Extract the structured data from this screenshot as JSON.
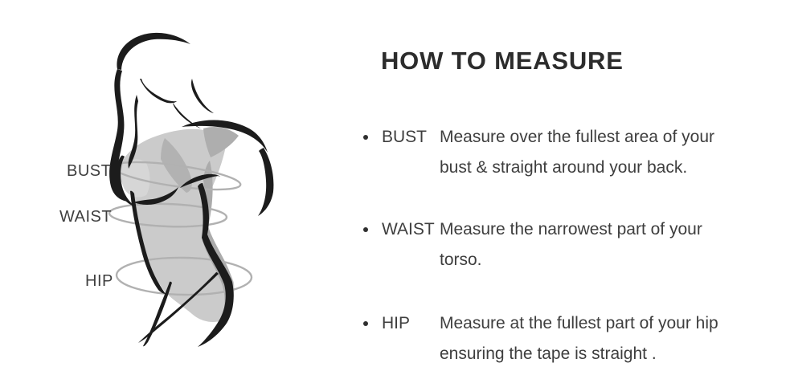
{
  "figure": {
    "alt": "female-silhouette-measurement-illustration",
    "labels": {
      "bust": "BUST",
      "waist": "WAIST",
      "hip": "HIP"
    },
    "colors": {
      "outline_black": "#1c1c1c",
      "body_light_gray": "#cbcbcb",
      "body_mid_gray": "#ababab",
      "tape_ring_gray": "#b1b1b1",
      "label_text": "#3f3f3f"
    }
  },
  "content": {
    "title": "HOW TO MEASURE",
    "items": [
      {
        "term": "BUST",
        "lines": [
          "Measure over the fullest area of your",
          "bust & straight around your back."
        ]
      },
      {
        "term": "WAIST",
        "lines": [
          "Measure the narrowest part of your torso.",
          ""
        ]
      },
      {
        "term": "HIP",
        "lines": [
          "Measure at the fullest part of your hip",
          "ensuring the tape is straight ."
        ]
      }
    ]
  }
}
